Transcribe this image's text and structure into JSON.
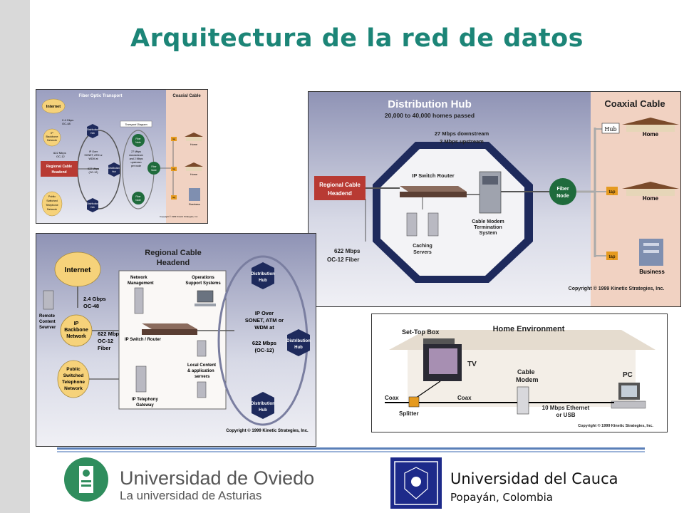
{
  "slide": {
    "title": "Arquitectura de la red de datos"
  },
  "fig1": {
    "header": "Fiber Optic Transport",
    "coax_header": "Coaxial Cable",
    "internet": "Internet",
    "gbps": "2.4 Gbps",
    "oc48": "OC-48",
    "ip_backbone_1": "IP",
    "ip_backbone_2": "Backbone",
    "ip_backbone_3": "Network",
    "mbps622": "622 Mbps",
    "oc12": "OC-12",
    "headend_1": "Regional Cable",
    "headend_2": "Headend",
    "pstn_1": "Public",
    "pstn_2": "Switched",
    "pstn_3": "Telephone",
    "pstn_4": "Network",
    "dist_hub_1": "Distribution",
    "dist_hub_2": "Hub",
    "ip_over_1": "IP Over",
    "ip_over_2": "SONET, ATM or",
    "ip_over_3": "WDM at",
    "ip_over_4": "622 Mbps",
    "ip_over_5": "(OC-12)",
    "transport_diagram": "Transport Diagram",
    "fiber_node_1": "Fiber",
    "fiber_node_2": "Node",
    "mbps27_1": "27 Mbps",
    "mbps27_2": "downstream",
    "mbps27_3": "and 2 Mbps",
    "mbps27_4": "upstream",
    "mbps27_5": "per node",
    "home": "Home",
    "business": "Business",
    "tap": "tap",
    "copyright": "Copyright © 1999 Kinetic Strategies, Inc."
  },
  "fig2": {
    "title": "Distribution Hub",
    "subtitle": "20,000 to 40,000 homes passed",
    "coax_header": "Coaxial Cable",
    "hub": "Hub",
    "home": "Home",
    "business": "Business",
    "down": "27 Mbps downstream",
    "up": "2 Mbps upstream",
    "router": "IP Switch Router",
    "cmts_1": "Cable Modem",
    "cmts_2": "Termination",
    "cmts_3": "System",
    "caching_1": "Caching",
    "caching_2": "Servers",
    "headend_1": "Regional Cable",
    "headend_2": "Headend",
    "fiber_1": "Fiber",
    "fiber_2": "Node",
    "tap": "tap",
    "fiber_mbps_1": "622 Mbps",
    "fiber_mbps_2": "OC-12 Fiber",
    "copyright": "Copyright © 1999 Kinetic Strategies, Inc."
  },
  "fig3": {
    "title_1": "Regional Cable",
    "title_2": "Headend",
    "internet": "Internet",
    "gbps": "2.4 Gbps",
    "oc48": "OC-48",
    "remote_1": "Remote",
    "remote_2": "Content",
    "remote_3": "Sewrver",
    "ip_1": "IP",
    "ip_2": "Backbone",
    "ip_3": "Network",
    "mbps_1": "622 Mbps",
    "mbps_2": "OC-12",
    "mbps_3": "Fiber",
    "pstn_1": "Public",
    "pstn_2": "Switched",
    "pstn_3": "Telephone",
    "pstn_4": "Network",
    "netman_1": "Network",
    "netman_2": "Management",
    "ops_1": "Operations",
    "ops_2": "Support Systems",
    "switch": "IP Switch / Router",
    "local_1": "Local Content",
    "local_2": "& application",
    "local_3": "servers",
    "tel_1": "IP Telephony",
    "tel_2": "Gateway",
    "hub_1": "Distribution",
    "hub_2": "Hub",
    "ip_over_1": "IP Over",
    "ip_over_2": "SONET, ATM or",
    "ip_over_3": "WDM at",
    "ip_over_4": "622 Mbps",
    "ip_over_5": "(OC-12)",
    "copyright": "Copyright © 1999 Kinetic Strategies, Inc."
  },
  "fig4": {
    "title": "Home Environment",
    "settop": "Set-Top Box",
    "tv": "TV",
    "cable_1": "Cable",
    "cable_2": "Modem",
    "pc": "PC",
    "coax_left": "Coax",
    "coax_right": "Coax",
    "splitter": "Splitter",
    "eth_1": "10 Mbps Ethernet",
    "eth_2": "or USB",
    "copyright": "Copyright © 1999 Kinetic Strategies, Inc."
  },
  "footer": {
    "oviedo_name": "Universidad de Oviedo",
    "oviedo_sub": "La universidad de Asturias",
    "cauca_name": "Universidad del Cauca",
    "cauca_sub": "Popayán, Colombia"
  },
  "colors": {
    "title": "#1c8577",
    "headend": "#b83a33",
    "hub": "#1e2a5c",
    "fiber_node": "#1f6b3c",
    "internet_cloud": "#f6d27a",
    "coax_panel": "#f1d2c2",
    "tap": "#e59a1f"
  }
}
